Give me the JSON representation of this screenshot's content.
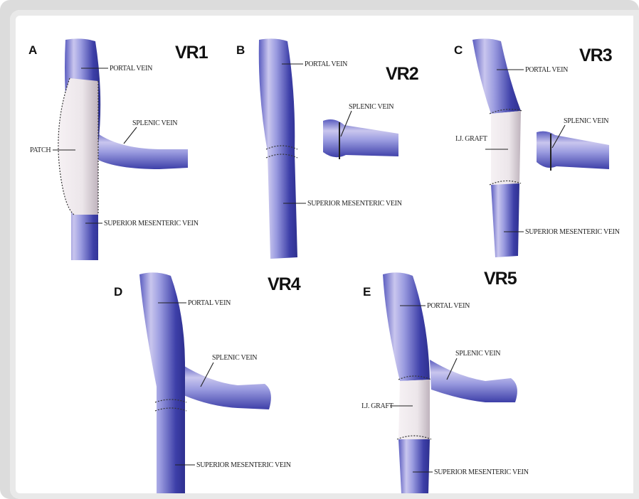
{
  "panels": [
    {
      "letter": "A",
      "code": "VR1",
      "labels": {
        "portal": "PORTAL VEIN",
        "splenic": "SPLENIC VEIN",
        "patch": "PATCH",
        "smv": "SUPERIOR MESENTERIC VEIN"
      }
    },
    {
      "letter": "B",
      "code": "VR2",
      "labels": {
        "portal": "PORTAL VEIN",
        "splenic": "SPLENIC VEIN",
        "smv": "SUPERIOR MESENTERIC VEIN"
      }
    },
    {
      "letter": "C",
      "code": "VR3",
      "labels": {
        "portal": "PORTAL VEIN",
        "splenic": "SPLENIC VEIN",
        "graft": "I.J. GRAFT",
        "smv": "SUPERIOR MESENTERIC VEIN"
      }
    },
    {
      "letter": "D",
      "code": "VR4",
      "labels": {
        "portal": "PORTAL VEIN",
        "splenic": "SPLENIC VEIN",
        "smv": "SUPERIOR MESENTERIC VEIN"
      }
    },
    {
      "letter": "E",
      "code": "VR5",
      "labels": {
        "portal": "PORTAL VEIN",
        "splenic": "SPLENIC VEIN",
        "graft": "I.J. GRAFT",
        "smv": "SUPERIOR MESENTERIC VEIN"
      }
    }
  ],
  "colors": {
    "vein_dark": "#3d3fa8",
    "vein_mid": "#7b7fd0",
    "vein_light": "#c9c6ee",
    "graft": "#ece6ea",
    "graft_edge": "#b9aeb8"
  }
}
